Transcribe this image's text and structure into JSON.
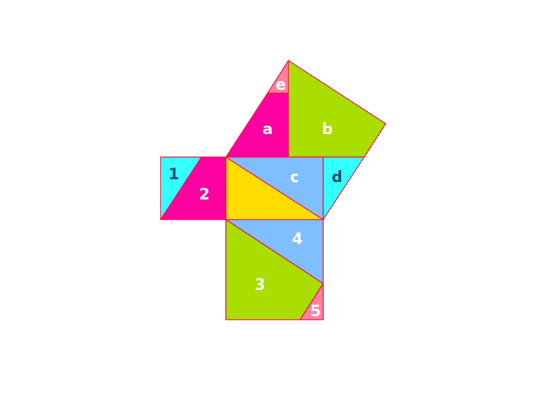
{
  "colors": {
    "outline": "#ee1144",
    "magenta": "#ff00a0",
    "lime": "#aadd00",
    "sky": "#80bfff",
    "cyan": "#33ffff",
    "yellow": "#ffdd00",
    "pink": "#ff80a0",
    "label_light": "#ffffff",
    "label_dark": "#2a4a66"
  },
  "labels": {
    "piece_1": "1",
    "piece_2": "2",
    "piece_3": "3",
    "piece_4": "4",
    "piece_5": "5",
    "piece_a": "a",
    "piece_b": "b",
    "piece_c": "c",
    "piece_d": "d",
    "piece_e": "e"
  }
}
